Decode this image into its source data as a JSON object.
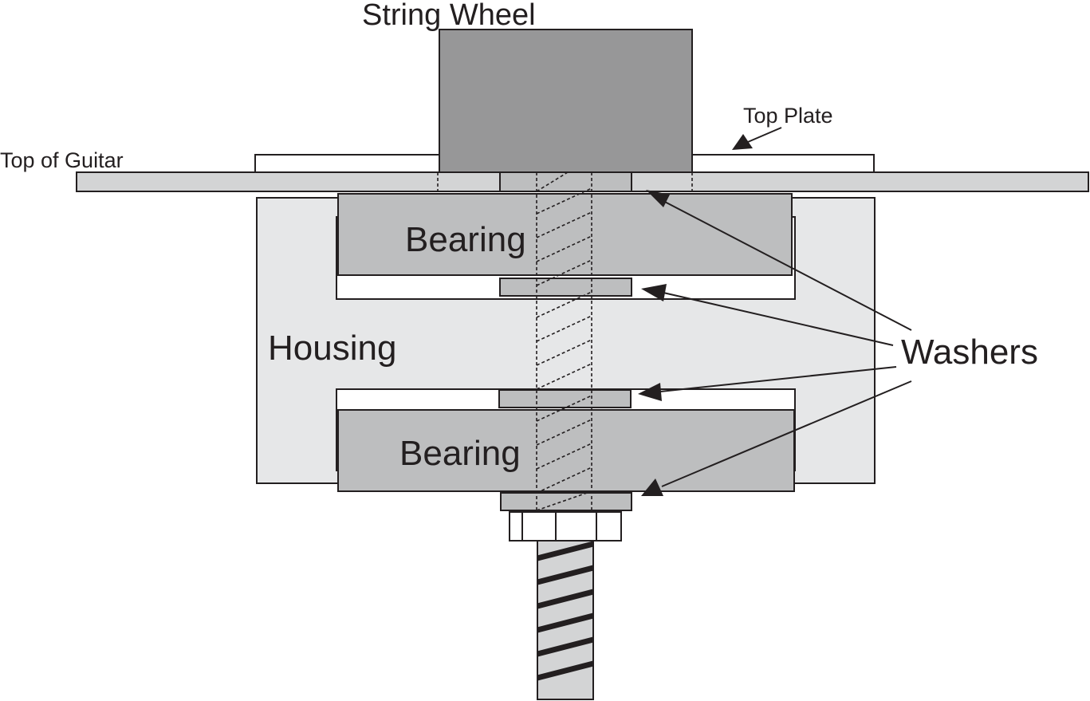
{
  "labels": {
    "string_wheel": "String Wheel",
    "top_plate": "Top Plate",
    "top_of_guitar": "Top of Guitar",
    "bearing_upper": "Bearing",
    "bearing_lower": "Bearing",
    "housing": "Housing",
    "washers": "Washers"
  },
  "colors": {
    "outline": "#231f20",
    "string_wheel_fill": "#979798",
    "bearing_fill": "#bdbebf",
    "housing_fill": "#e6e7e8",
    "guitar_top_fill": "#d3d4d5",
    "washer_fill": "#bdbebf",
    "plate_fill": "#ffffff"
  },
  "icons": [
    "arrow-head"
  ]
}
